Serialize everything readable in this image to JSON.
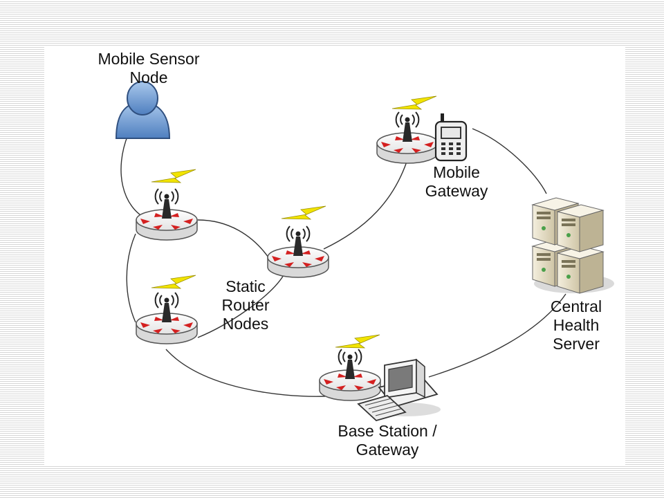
{
  "labels": {
    "mobile_sensor_node": [
      "Mobile Sensor",
      "Node"
    ],
    "mobile_gateway": [
      "Mobile",
      "Gateway"
    ],
    "static_router_nodes": [
      "Static",
      "Router",
      "Nodes"
    ],
    "central_health_server": [
      "Central",
      "Health",
      "Server"
    ],
    "base_station": [
      "Base Station /",
      "Gateway"
    ]
  },
  "colors": {
    "router_body": "#f2f2f2",
    "router_accent": "#d42020",
    "lightning": "#f2e400",
    "person": "#6f9fd4",
    "server": "#e8dfc4",
    "link": "#333333"
  }
}
